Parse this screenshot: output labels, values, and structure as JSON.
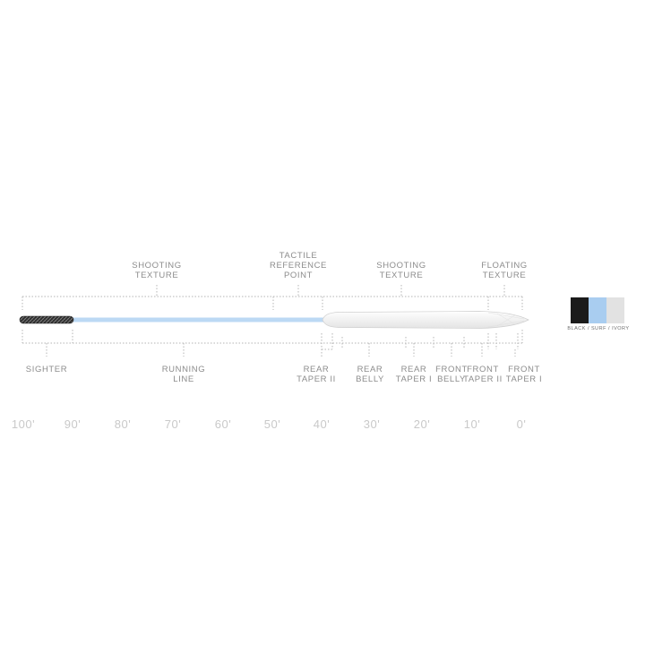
{
  "top_labels": [
    {
      "id": "shooting-texture-rear",
      "lines": [
        "SHOOTING",
        "TEXTURE"
      ]
    },
    {
      "id": "tactile-reference-point",
      "lines": [
        "TACTILE",
        "REFERENCE",
        "POINT"
      ]
    },
    {
      "id": "shooting-texture-front",
      "lines": [
        "SHOOTING",
        "TEXTURE"
      ]
    },
    {
      "id": "floating-texture",
      "lines": [
        "FLOATING",
        "TEXTURE"
      ]
    }
  ],
  "bottom_labels": [
    {
      "id": "sighter",
      "lines": [
        "SIGHTER"
      ]
    },
    {
      "id": "running-line",
      "lines": [
        "RUNNING",
        "LINE"
      ]
    },
    {
      "id": "rear-taper-ii",
      "lines": [
        "REAR",
        "TAPER II"
      ]
    },
    {
      "id": "rear-belly",
      "lines": [
        "REAR",
        "BELLY"
      ]
    },
    {
      "id": "rear-taper-i",
      "lines": [
        "REAR",
        "TAPER I"
      ]
    },
    {
      "id": "front-belly",
      "lines": [
        "FRONT",
        "BELLY"
      ]
    },
    {
      "id": "front-taper-ii",
      "lines": [
        "FRONT",
        "TAPER II"
      ]
    },
    {
      "id": "front-taper-i",
      "lines": [
        "FRONT",
        "TAPER I"
      ]
    }
  ],
  "ruler": [
    "100'",
    "90'",
    "80'",
    "70'",
    "60'",
    "50'",
    "40'",
    "30'",
    "20'",
    "10'",
    "0'"
  ],
  "swatches": {
    "colors": [
      "#1b1b1b",
      "#a9cdf0",
      "#e2e2e2"
    ],
    "caption": "BLACK / SURF / IVORY"
  },
  "colors": {
    "sighter": "#2a2a2a",
    "running_line": "#bcd9f4",
    "head": "#f4f4f4",
    "dotted": "#b5b5b5",
    "text": "#8c8c8c"
  }
}
